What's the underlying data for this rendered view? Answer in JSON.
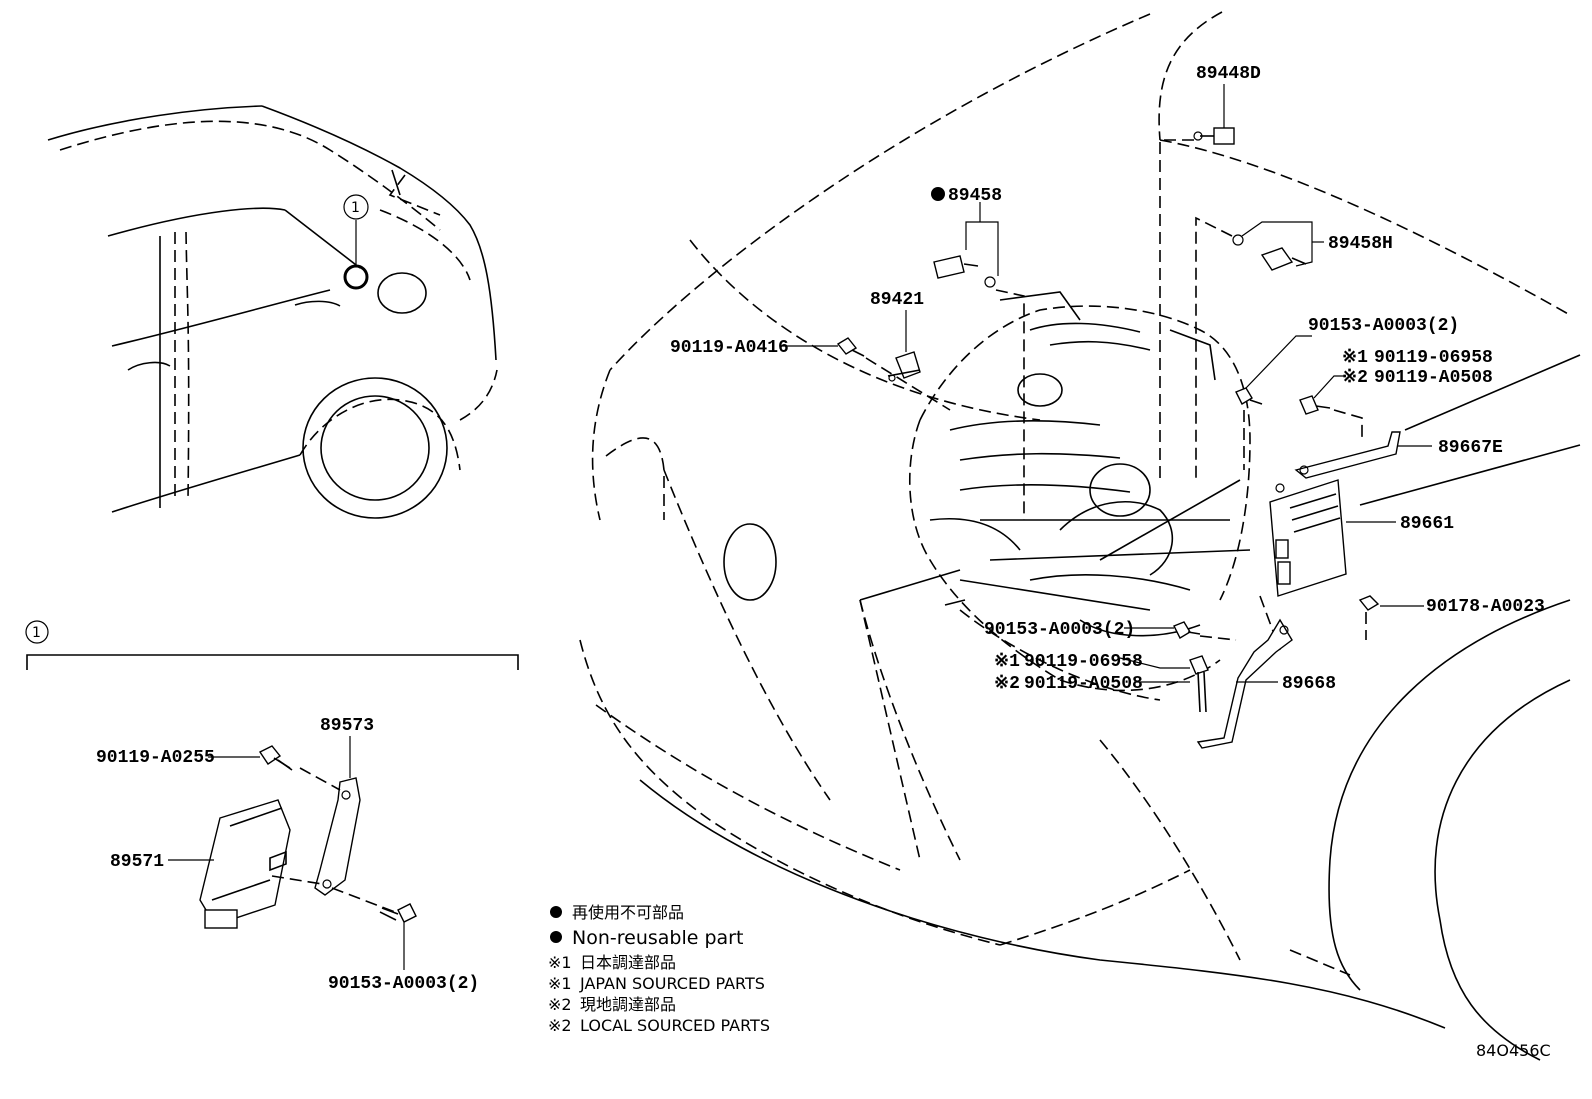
{
  "inset_marker": "1",
  "callouts": {
    "p89448D": "89448D",
    "p89458": "89458",
    "p89458H": "89458H",
    "p89421": "89421",
    "p90119_A0416": "90119-A0416",
    "p90153_top": "90153-A0003(2)",
    "p90119_06958_top": "90119-06958",
    "p90119_A0508_top": "90119-A0508",
    "p89667E": "89667E",
    "p89661": "89661",
    "p90178": "90178-A0023",
    "p90153_mid": "90153-A0003(2)",
    "p90119_06958_mid": "90119-06958",
    "p90119_A0508_mid": "90119-A0508",
    "p89668": "89668",
    "p89573": "89573",
    "p90119_A0255": "90119-A0255",
    "p89571": "89571",
    "p90153_bottom": "90153-A0003(2)"
  },
  "markers": {
    "ref1": "※1",
    "ref2": "※2"
  },
  "legend": {
    "nonreusable_jp": "再使用不可部品",
    "nonreusable_en": "Non-reusable part",
    "japan_jp": "日本調達部品",
    "japan_en": "JAPAN SOURCED PARTS",
    "local_jp": "現地調達部品",
    "local_en": "LOCAL SOURCED PARTS"
  },
  "figure_code": "84O456C"
}
